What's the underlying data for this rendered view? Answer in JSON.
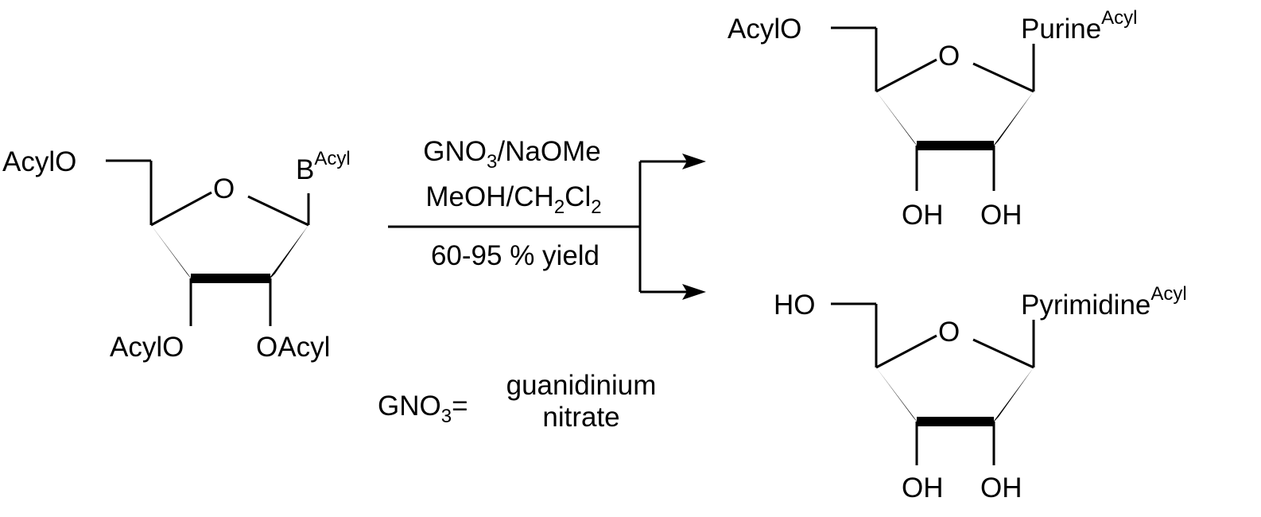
{
  "starting_material": {
    "c5_substituent": "AcylO",
    "ring_oxygen": "O",
    "base": "B",
    "base_superscript": "Acyl",
    "c3_substituent": "AcylO",
    "c2_substituent": "OAcyl"
  },
  "conditions": {
    "reagent_1_prefix": "GNO",
    "reagent_1_subscript": "3",
    "reagent_1_suffix": "/NaOMe",
    "solvent_prefix": "MeOH/CH",
    "solvent_subscript_1": "2",
    "solvent_middle": "Cl",
    "solvent_subscript_2": "2",
    "yield": "60-95 % yield"
  },
  "definition": {
    "term_prefix": "GNO",
    "term_subscript": "3",
    "term_equals": "=",
    "meaning_line_1": "guanidinium",
    "meaning_line_2": "nitrate"
  },
  "product_purine": {
    "c5_substituent": "AcylO",
    "ring_oxygen": "O",
    "base": "Purine",
    "base_superscript": "Acyl",
    "c3_substituent": "OH",
    "c2_substituent": "OH"
  },
  "product_pyrimidine": {
    "c5_substituent": "HO",
    "ring_oxygen": "O",
    "base": "Pyrimidine",
    "base_superscript": "Acyl",
    "c3_substituent": "OH",
    "c2_substituent": "OH"
  },
  "colors": {
    "ink": "#000000",
    "background": "#ffffff"
  }
}
